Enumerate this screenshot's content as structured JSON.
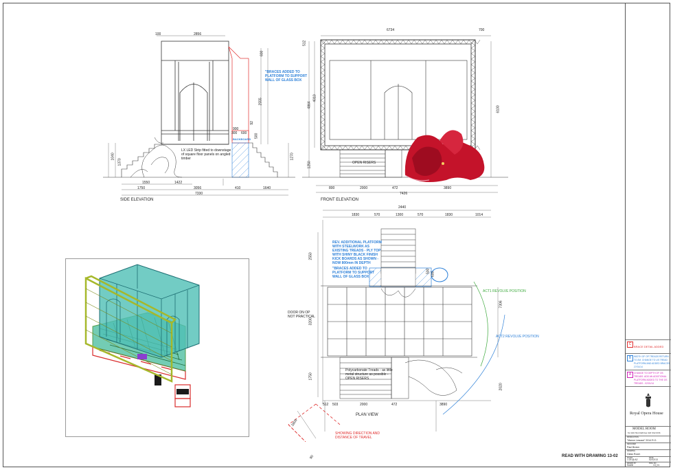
{
  "side_elevation": {
    "title": "SIDE ELEVATION",
    "note_led": [
      "LX LED Strip fitted to downstage",
      "of square floor panels on angled",
      "timber"
    ],
    "note_braces": [
      "\"BRACES ADDED TO",
      "PLATFORM TO SUPPORT",
      "WALL OF GLASS BOX"
    ],
    "dims_top": [
      "100",
      "2856"
    ],
    "dims_bottom_1": [
      "1550",
      "1422"
    ],
    "dims_bottom_2": [
      "1750",
      "3056",
      "410",
      "1640"
    ],
    "dims_total": "7330",
    "dims_right": [
      "600",
      "2555",
      "92"
    ],
    "dims_left": [
      "1040",
      "1370"
    ],
    "dims_right_low": [
      "1270"
    ],
    "small_dims": [
      "900",
      "300",
      "600",
      "500"
    ],
    "backboard_label": "BACKBOARD"
  },
  "front_elevation": {
    "title": "FRONT  ELEVATION",
    "risers_label": "OPEN RISERS",
    "dims_top": [
      "6734",
      "700"
    ],
    "dims_left": [
      "512",
      "4010",
      "4864",
      "1250"
    ],
    "dims_right": "6100",
    "dims_bottom": [
      "800",
      "2000",
      "472",
      "3890"
    ],
    "dims_total": "7426"
  },
  "plan_view": {
    "title": "PLAN VIEW",
    "dims_top_total": "2440",
    "dims_top": [
      "1830",
      "570",
      "1300",
      "570",
      "1830",
      "1014"
    ],
    "dims_left": [
      "2550",
      "3200",
      "1750"
    ],
    "dims_right": [
      "7306",
      "2020"
    ],
    "dims_bottom": [
      "512",
      "503",
      "2000",
      "472",
      "3890"
    ],
    "small_dims": [
      "500",
      "600"
    ],
    "note_rev": [
      "REV. ADDITIONAL PLATFORM",
      "WITH STEELWORK AS",
      "EXISTING TREADS - PLY TOP",
      "WITH SHINY BLACK FINISH",
      "KICK BOARDS AS SHOWN -",
      "NOW 800mm IN DEPTH"
    ],
    "note_braces": [
      "\"BRACES ADDED TO",
      "PLATFORM TO SUPPORT",
      "WALL OF GLASS BOX"
    ],
    "act1": "ACT1 REVOLVE POSITION",
    "act2": "ACT2 REVOLVE POSITION",
    "door": [
      "DOOR ON OP",
      "NOT PRACTICAL"
    ],
    "treads": [
      "Polycarbonate Treads - as little",
      "metal structure as possible -",
      "OPEN RISERS"
    ],
    "travel": [
      "SHOWING DIRECTION AND",
      "DISTANCE OF TRAVEL"
    ],
    "travel_dims": [
      "2600",
      "90"
    ]
  },
  "footer_note": "READ WITH DRAWING 13-02",
  "title_block": {
    "revisions": [
      {
        "letter": "C",
        "text": [
          "BRACE DETAIL ADDED"
        ]
      },
      {
        "letter": "B",
        "text": [
          "WIDTH OF OP TREADS RETURN",
          "TO 2M. CHANGE TO US TREAD",
          "PLATFORM AND ADDED BRACES",
          "27/01/14"
        ]
      },
      {
        "letter": "A",
        "text": [
          "CHANGE TO DEPTH OF OS",
          "TREADS. ADD AN ADDITIONAL",
          "PLATFORM ADDED TO THE OS",
          "TREADS - 02/01/14"
        ]
      }
    ],
    "logo": "Royal Opera House",
    "department": "MODEL ROOM",
    "contact": "Tel: 020 7212 9126    Fax: 020 7212 9726",
    "project_label": "PRODUCTION",
    "project": "\"Manon Lescaut\" 2014 R.O.",
    "designer_label": "DESIGNER",
    "designer": "Paul Brown",
    "drawing_label": "DRAWING",
    "drawing": "Glass Room",
    "scale_label": "SCALE",
    "scale": "1:25 @ A2",
    "date_label": "DATE",
    "date": "02/12/13",
    "drawn_label": "DRAWN BY",
    "drawn": "Sushil",
    "number_label": "DWG NO",
    "number": "13_01"
  },
  "colors": {
    "drawing_line": "#333333",
    "annotation_blue": "#2b7fd8",
    "annotation_red": "#e02b2b",
    "revolve_green": "#3aa83a",
    "rev_magenta": "#d11fb8",
    "glass_teal": "#3fb7b0",
    "truss_yellow": "#b8c832",
    "flower_red": "#c4132a"
  }
}
